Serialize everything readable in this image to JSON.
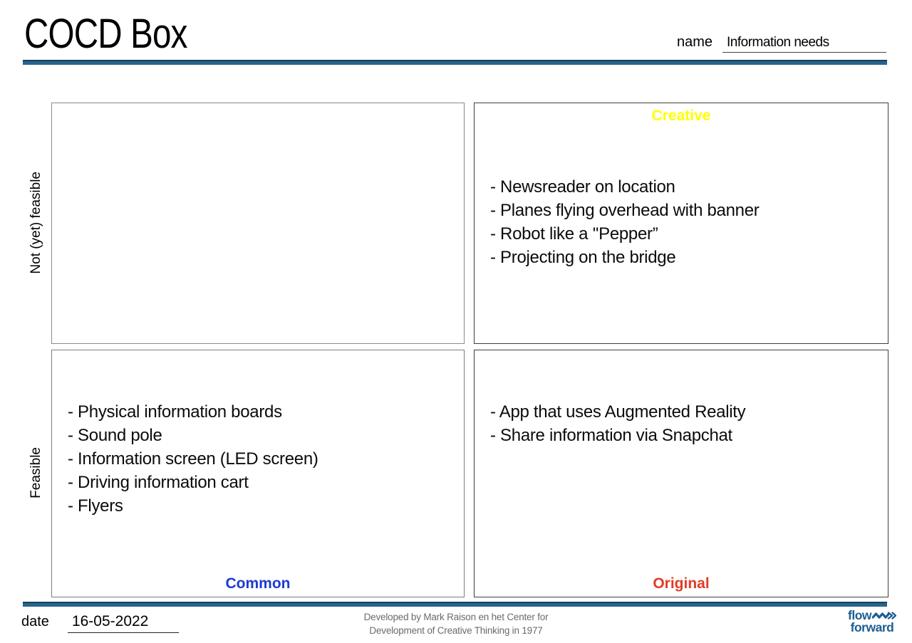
{
  "header": {
    "title": "COCD Box",
    "name_label": "name",
    "name_value": "Information needs"
  },
  "axes": {
    "row_top": "Not (yet) feasible",
    "row_bottom": "Feasible"
  },
  "quadrants": {
    "top_left": {
      "items": []
    },
    "top_right": {
      "label": "Creative",
      "label_color": "#FFFF00",
      "items": [
        "- Newsreader on location",
        "- Planes flying overhead with banner",
        "- Robot like a ''Pepper”",
        "- Projecting on the bridge"
      ]
    },
    "bottom_left": {
      "label": "Common",
      "label_color": "#1D3AD2",
      "items": [
        "- Physical information boards",
        "- Sound pole",
        "- Information screen (LED screen)",
        "- Driving information cart",
        "- Flyers"
      ]
    },
    "bottom_right": {
      "label": "Original",
      "label_color": "#E23B28",
      "items": [
        "- App that uses Augmented Reality",
        "- Share information via Snapchat"
      ]
    }
  },
  "footer": {
    "date_label": "date",
    "date_value": "16-05-2022",
    "credit_line1": "Developed by Mark Raison en het Center for",
    "credit_line2": "Development of Creative Thinking in 1977",
    "logo_word1": "flow",
    "logo_word2": "forward",
    "logo_color": "#1E5E93"
  },
  "colors": {
    "divider_blue": "#26648C"
  }
}
